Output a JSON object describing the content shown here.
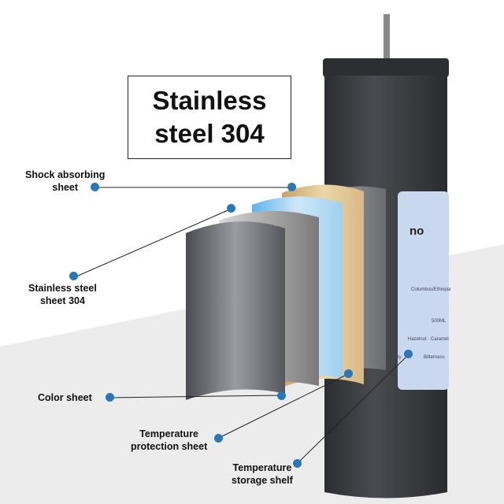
{
  "title": "Stainless\nsteel 304",
  "labels": {
    "shock": "Shock absorbing\nsheet",
    "stainless": "Stainless steel\nsheet 304",
    "color": "Color sheet",
    "protection": "Temperature\nprotection sheet",
    "storage": "Temperature\nstorage shelf"
  },
  "can_label": {
    "name": "no",
    "size": "500ML",
    "origin": "Columbus/Ethiopia",
    "flavor": "Hazelnut · Caramel",
    "acidity": "Acidity",
    "bitterness": "Bitterness"
  },
  "colors": {
    "dot": "#2a77b8",
    "can": "#3a3b3f",
    "label": "#c9d8ef",
    "bg_gray": "#ececec"
  }
}
